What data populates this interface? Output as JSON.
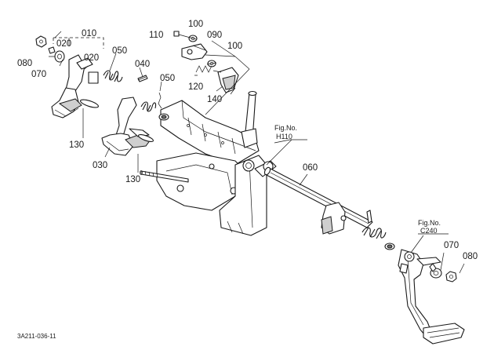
{
  "diagram": {
    "parts": {
      "p010": "010",
      "p020a": "020",
      "p020b": "020",
      "p030": "030",
      "p040": "040",
      "p050a": "050",
      "p050b": "050",
      "p060": "060",
      "p070a": "070",
      "p070b": "070",
      "p080a": "080",
      "p080b": "080",
      "p090": "090",
      "p100a": "100",
      "p100b": "100",
      "p110": "110",
      "p120": "120",
      "p130a": "130",
      "p130b": "130",
      "p140": "140"
    },
    "refs": {
      "h110_title": "Fig.No.",
      "h110_num": "H110",
      "c240_title": "Fig.No.",
      "c240_num": "C240"
    },
    "drawing_code": "3A211-036-11"
  }
}
